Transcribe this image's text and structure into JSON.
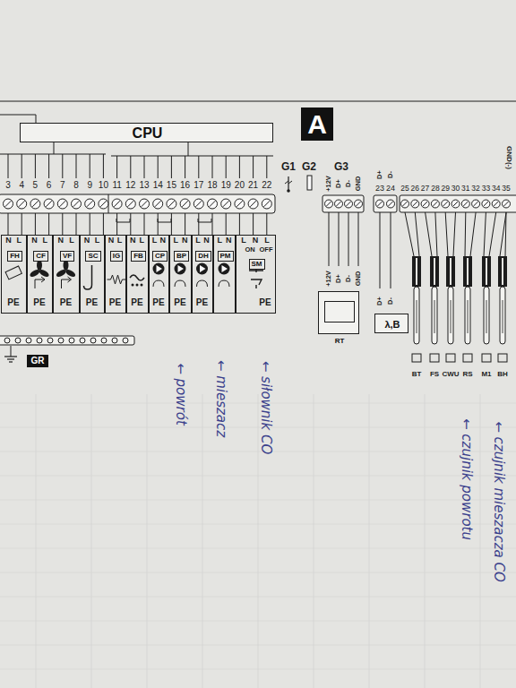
{
  "diagram": {
    "nodes": [
      {
        "text": [
          "CPU"
        ]
      },
      {
        "text": [
          "A"
        ]
      },
      {
        "text": [
          "FH"
        ]
      },
      {
        "text": [
          "CF"
        ]
      },
      {
        "text": [
          "VF"
        ]
      },
      {
        "text": [
          "SC"
        ]
      },
      {
        "text": [
          "IG"
        ]
      },
      {
        "text": [
          "FB"
        ]
      },
      {
        "text": [
          "CP"
        ]
      },
      {
        "text": [
          "BP"
        ]
      },
      {
        "text": [
          "DH"
        ]
      },
      {
        "text": [
          "PM"
        ]
      },
      {
        "text": [
          "SM"
        ]
      },
      {
        "text": [
          "RT"
        ]
      },
      {
        "text": [
          "λ,B"
        ]
      },
      {
        "text": [
          "GR"
        ]
      }
    ],
    "labels": [
      "3",
      "4",
      "5",
      "6",
      "7",
      "8",
      "9",
      "10",
      "11",
      "12",
      "13",
      "14",
      "15",
      "16",
      "17",
      "18",
      "19",
      "20",
      "21",
      "22",
      "G1",
      "G2",
      "G3",
      "+12V",
      "D+",
      "D-",
      "GND",
      "23",
      "24",
      "D+",
      "D-",
      "25",
      "26",
      "27",
      "28",
      "29",
      "30",
      "31",
      "32",
      "33",
      "34",
      "35",
      "GND(-)",
      "N",
      "L",
      "N",
      "L",
      "N",
      "L",
      "N",
      "L",
      "N",
      "L",
      "N",
      "L",
      "L",
      "N",
      "L",
      "N",
      "L",
      "N",
      "L",
      "N",
      "L",
      "N",
      "L",
      "ON",
      "OFF",
      "PE",
      "PE",
      "PE",
      "PE",
      "PE",
      "PE",
      "PE",
      "PE",
      "PE",
      "PE",
      "+12V",
      "D+",
      "D-",
      "GND",
      "D+",
      "D-",
      "BT",
      "FS",
      "CWU",
      "RS",
      "M1",
      "BH",
      "← siłownik CO",
      "← mieszacz",
      "← powrót",
      "← czujnik mieszacza CO",
      "← czujnik powrotu"
    ]
  }
}
